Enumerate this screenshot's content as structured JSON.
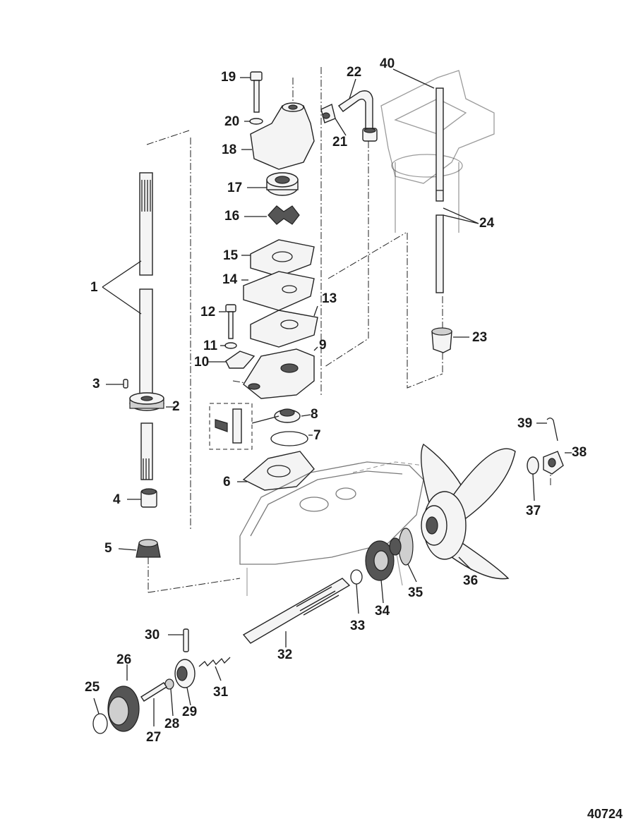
{
  "callouts": [
    "1",
    "2",
    "3",
    "4",
    "5",
    "6",
    "7",
    "8",
    "9",
    "10",
    "11",
    "12",
    "13",
    "14",
    "15",
    "16",
    "17",
    "18",
    "19",
    "20",
    "21",
    "22",
    "23",
    "24",
    "25",
    "26",
    "27",
    "28",
    "29",
    "30",
    "31",
    "32",
    "33",
    "34",
    "35",
    "36",
    "37",
    "38",
    "39",
    "40"
  ],
  "figure_number": "40724"
}
